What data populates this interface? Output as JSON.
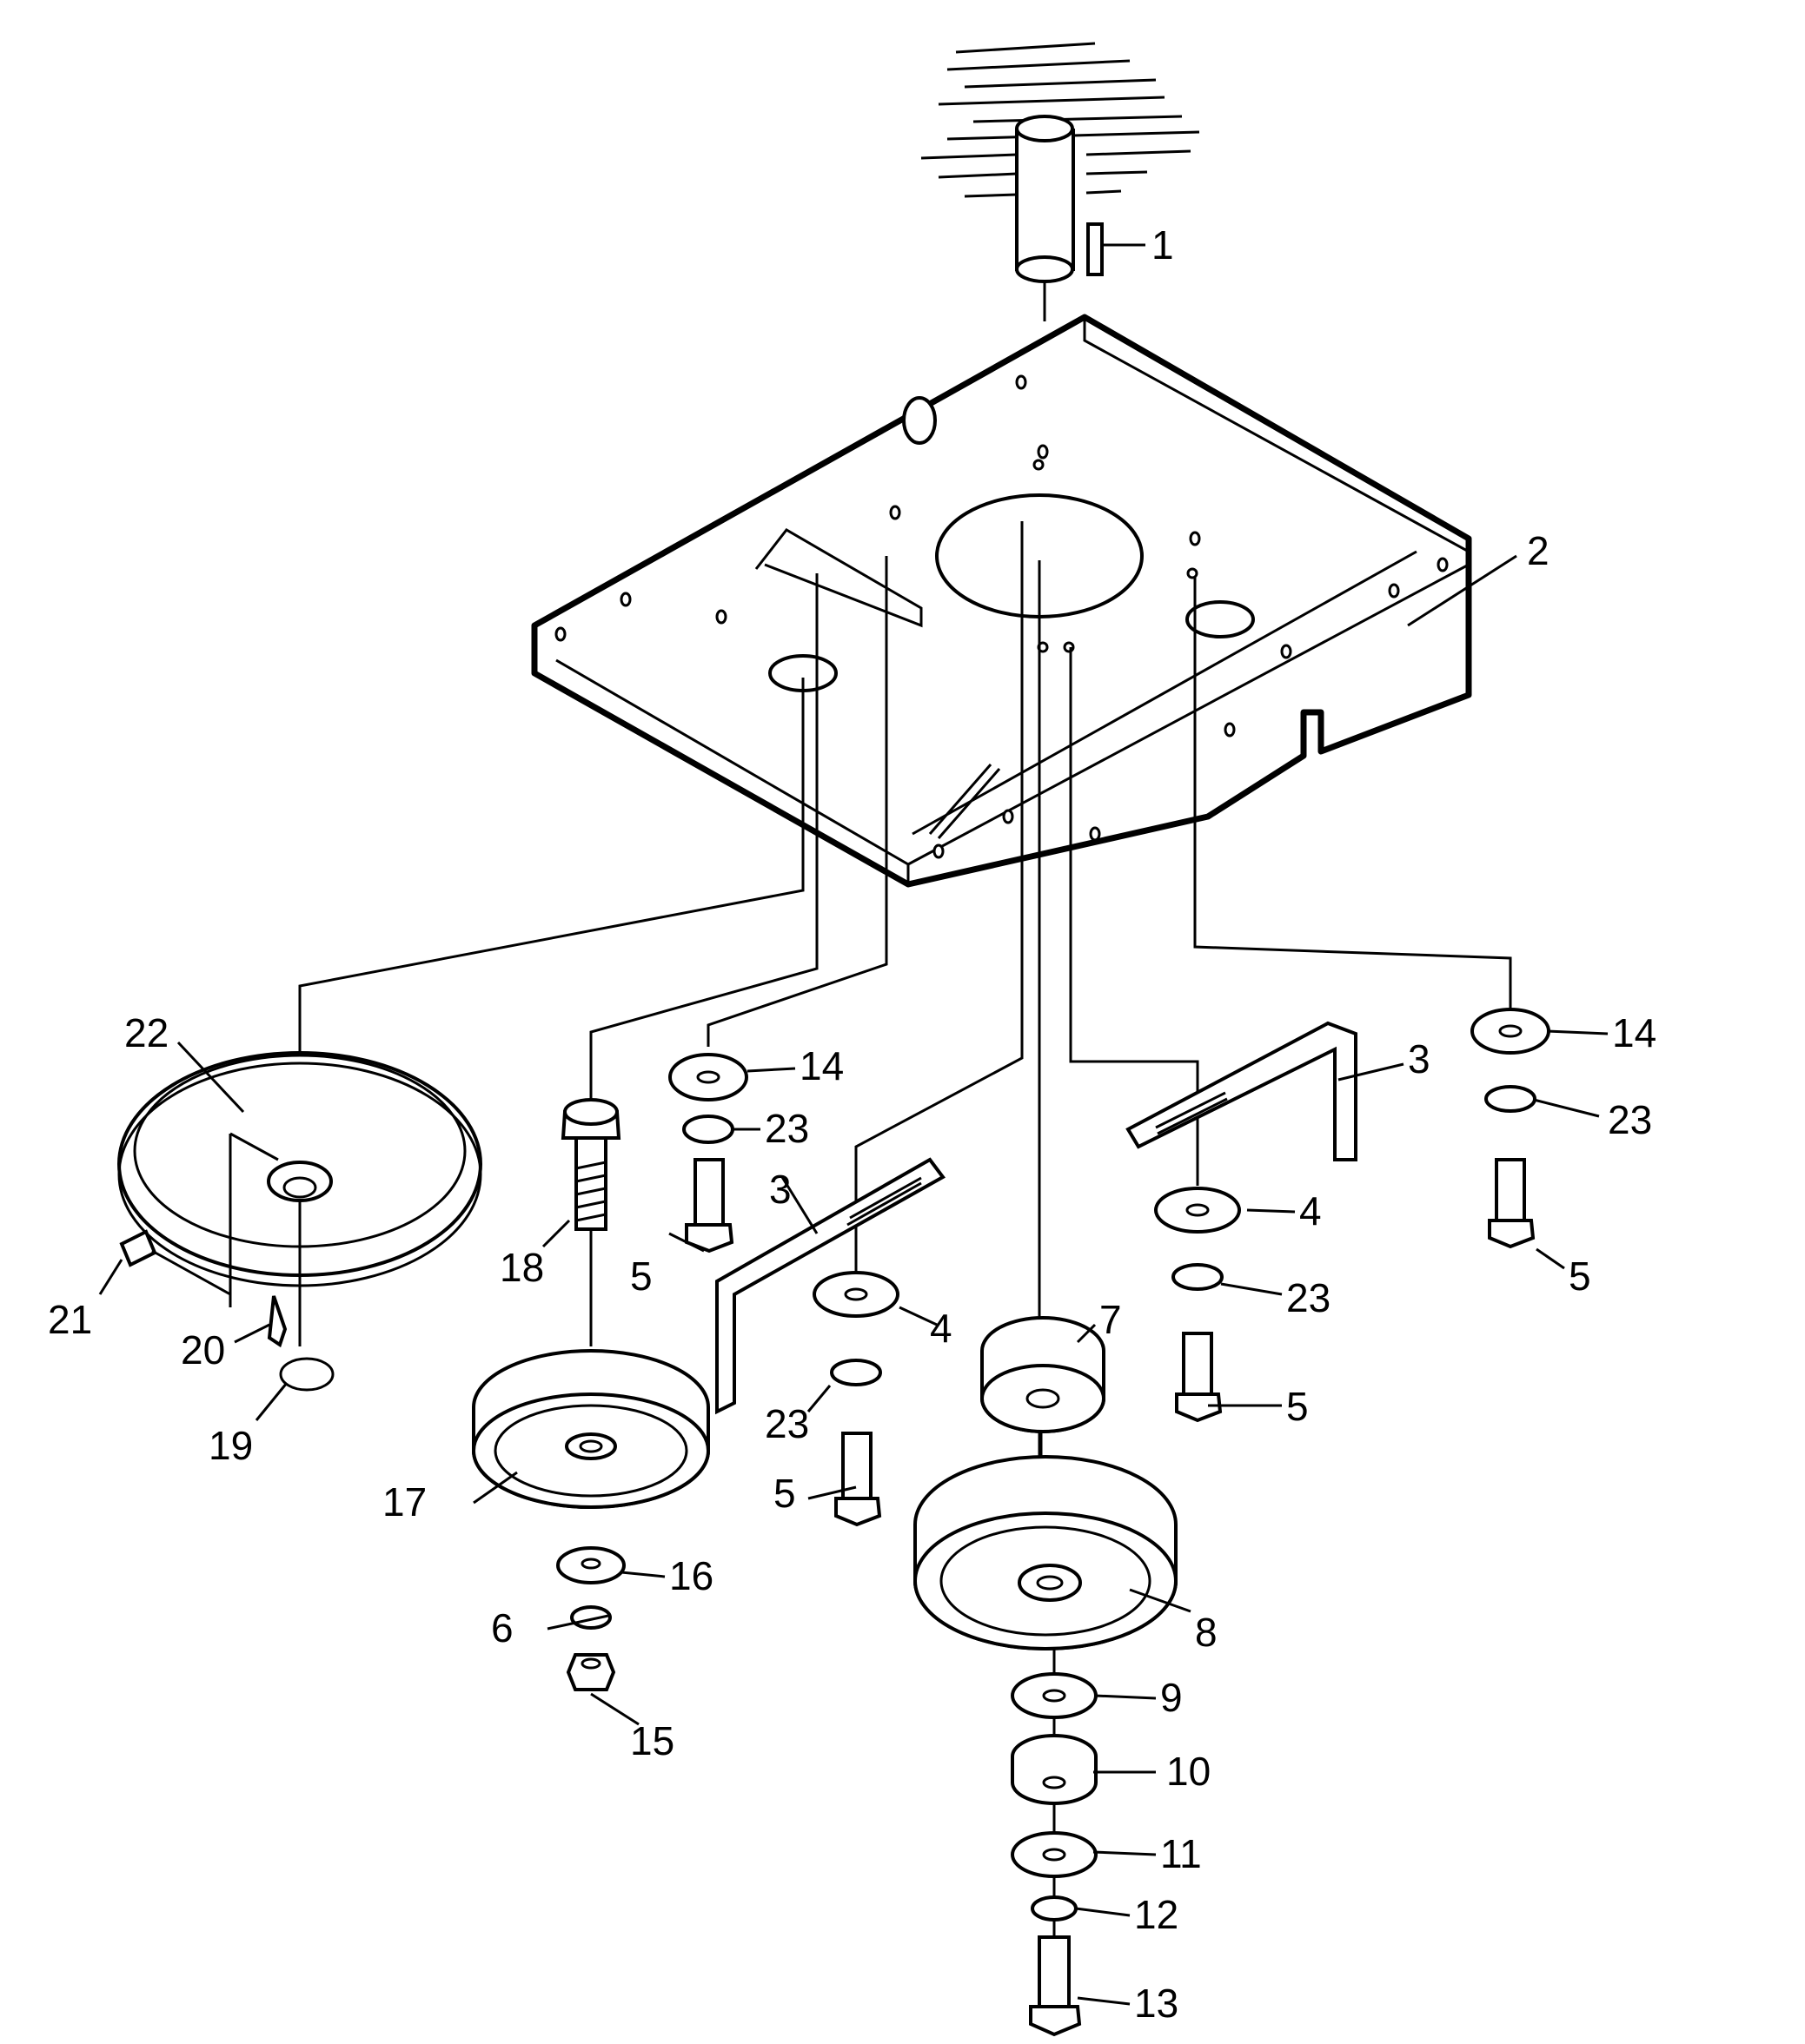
{
  "callouts": [
    {
      "id": "c1",
      "text": "1"
    },
    {
      "id": "c2",
      "text": "2"
    },
    {
      "id": "c3a",
      "text": "3"
    },
    {
      "id": "c3b",
      "text": "3"
    },
    {
      "id": "c4a",
      "text": "4"
    },
    {
      "id": "c4b",
      "text": "4"
    },
    {
      "id": "c5a",
      "text": "5"
    },
    {
      "id": "c5b",
      "text": "5"
    },
    {
      "id": "c5c",
      "text": "5"
    },
    {
      "id": "c5d",
      "text": "5"
    },
    {
      "id": "c6",
      "text": "6"
    },
    {
      "id": "c7",
      "text": "7"
    },
    {
      "id": "c8",
      "text": "8"
    },
    {
      "id": "c9",
      "text": "9"
    },
    {
      "id": "c10",
      "text": "10"
    },
    {
      "id": "c11",
      "text": "11"
    },
    {
      "id": "c12",
      "text": "12"
    },
    {
      "id": "c13",
      "text": "13"
    },
    {
      "id": "c14a",
      "text": "14"
    },
    {
      "id": "c14b",
      "text": "14"
    },
    {
      "id": "c15",
      "text": "15"
    },
    {
      "id": "c16",
      "text": "16"
    },
    {
      "id": "c17",
      "text": "17"
    },
    {
      "id": "c18",
      "text": "18"
    },
    {
      "id": "c19",
      "text": "19"
    },
    {
      "id": "c20",
      "text": "20"
    },
    {
      "id": "c21",
      "text": "21"
    },
    {
      "id": "c22",
      "text": "22"
    },
    {
      "id": "c23a",
      "text": "23"
    },
    {
      "id": "c23b",
      "text": "23"
    },
    {
      "id": "c23c",
      "text": "23"
    },
    {
      "id": "c23d",
      "text": "23"
    }
  ]
}
